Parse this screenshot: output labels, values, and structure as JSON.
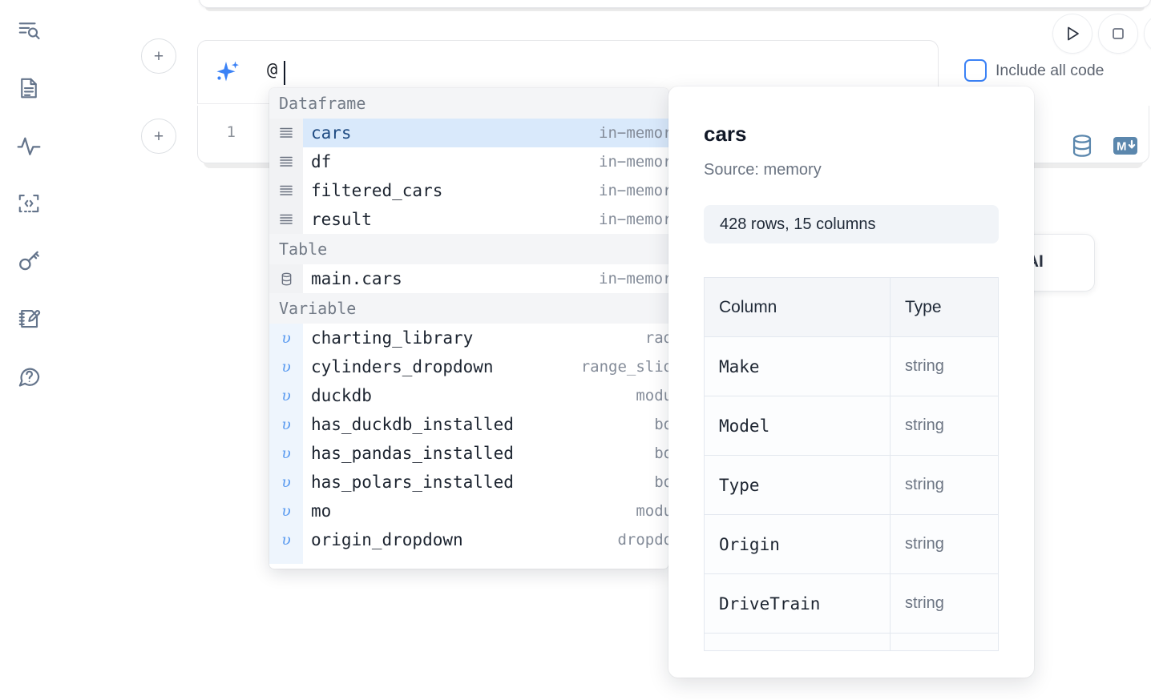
{
  "sidebar": {
    "items": [
      {
        "name": "explore-search-icon",
        "label": "Explore"
      },
      {
        "name": "file-document-icon",
        "label": "Files"
      },
      {
        "name": "activity-pulse-icon",
        "label": "Activity"
      },
      {
        "name": "code-snippets-icon",
        "label": "Snippets"
      },
      {
        "name": "secrets-key-icon",
        "label": "Secrets"
      },
      {
        "name": "scratchpad-edit-icon",
        "label": "Scratchpad"
      },
      {
        "name": "help-chat-icon",
        "label": "Help"
      }
    ]
  },
  "toolbar": {
    "run_label": "▷",
    "stop_label": "□",
    "include_all_code_label": "Include all code",
    "include_all_code_checked": false
  },
  "ai_prompt": {
    "icon": "sparkle-ai-icon",
    "value": "@",
    "placeholder": ""
  },
  "code_cell": {
    "line_number": "1",
    "database_icon": "database-icon",
    "markdown_icon": "markdown-down-icon"
  },
  "ai_float_card": {
    "label": "h AI"
  },
  "autocomplete": {
    "sections": [
      {
        "title": "Dataframe",
        "items": [
          {
            "icon": "dataframe-rows-icon",
            "name": "cars",
            "type": "in−memory",
            "selected": true
          },
          {
            "icon": "dataframe-rows-icon",
            "name": "df",
            "type": "in−memory",
            "selected": false
          },
          {
            "icon": "dataframe-rows-icon",
            "name": "filtered_cars",
            "type": "in−memory",
            "selected": false
          },
          {
            "icon": "dataframe-rows-icon",
            "name": "result",
            "type": "in−memory",
            "selected": false
          }
        ]
      },
      {
        "title": "Table",
        "items": [
          {
            "icon": "database-table-icon",
            "name": "main.cars",
            "type": "in−memory",
            "selected": false
          }
        ]
      },
      {
        "title": "Variable",
        "items": [
          {
            "icon": "variable-icon",
            "name": "charting_library",
            "type": "radio",
            "selected": false
          },
          {
            "icon": "variable-icon",
            "name": "cylinders_dropdown",
            "type": "range_slider",
            "selected": false
          },
          {
            "icon": "variable-icon",
            "name": "duckdb",
            "type": "module",
            "selected": false
          },
          {
            "icon": "variable-icon",
            "name": "has_duckdb_installed",
            "type": "bool",
            "selected": false
          },
          {
            "icon": "variable-icon",
            "name": "has_pandas_installed",
            "type": "bool",
            "selected": false
          },
          {
            "icon": "variable-icon",
            "name": "has_polars_installed",
            "type": "bool",
            "selected": false
          },
          {
            "icon": "variable-icon",
            "name": "mo",
            "type": "module",
            "selected": false
          },
          {
            "icon": "variable-icon",
            "name": "origin_dropdown",
            "type": "dropdown",
            "selected": false
          }
        ]
      }
    ]
  },
  "info_panel": {
    "title": "cars",
    "source": "Source: memory",
    "shape": "428 rows, 15 columns",
    "columns_header": "Column",
    "type_header": "Type",
    "rows": [
      {
        "column": "Make",
        "type": "string"
      },
      {
        "column": "Model",
        "type": "string"
      },
      {
        "column": "Type",
        "type": "string"
      },
      {
        "column": "Origin",
        "type": "string"
      },
      {
        "column": "DriveTrain",
        "type": "string"
      }
    ]
  },
  "colors": {
    "accent": "#3b82f6",
    "selected_row": "#d9e9fb",
    "icon_gray": "#64748b",
    "panel_bg": "#ffffff"
  }
}
